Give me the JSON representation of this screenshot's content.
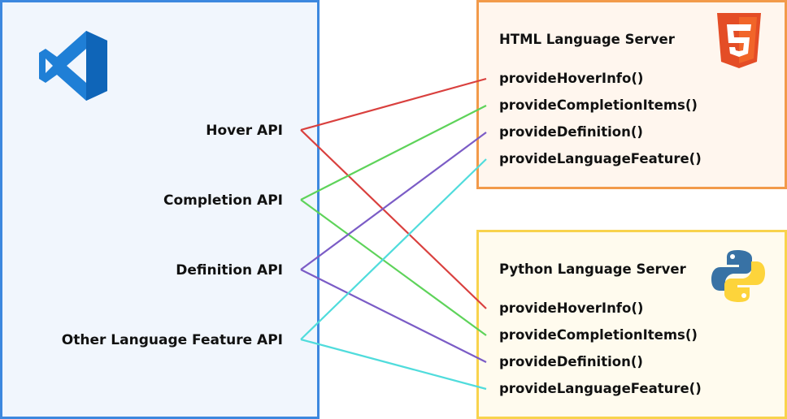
{
  "client": {
    "logo_icon": "vscode-logo-icon",
    "apis": [
      {
        "label": "Hover API",
        "color": "#d9403e"
      },
      {
        "label": "Completion API",
        "color": "#5ed35a"
      },
      {
        "label": "Definition API",
        "color": "#7b5cc6"
      },
      {
        "label": "Other Language Feature API",
        "color": "#50dcdc"
      }
    ]
  },
  "html_server": {
    "title": "HTML Language Server",
    "icon": "html5-logo-icon",
    "methods": [
      "provideHoverInfo()",
      "provideCompletionItems()",
      "provideDefinition()",
      "provideLanguageFeature()"
    ]
  },
  "python_server": {
    "title": "Python Language Server",
    "icon": "python-logo-icon",
    "methods": [
      "provideHoverInfo()",
      "provideCompletionItems()",
      "provideDefinition()",
      "provideLanguageFeature()"
    ]
  },
  "colors": {
    "client_border": "#3d88df",
    "client_fill": "#f1f6fd",
    "html_border": "#f29a4a",
    "html_fill": "#fff6ee",
    "python_border": "#f8d34d",
    "python_fill": "#fffbee"
  }
}
